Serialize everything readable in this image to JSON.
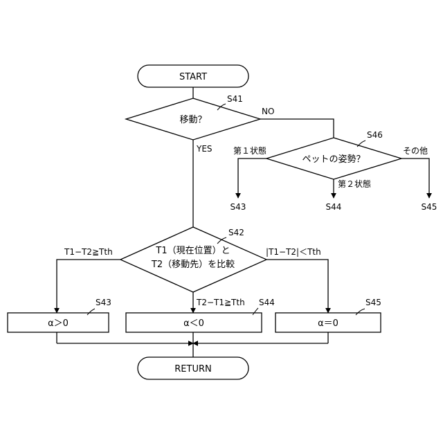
{
  "flowchart": {
    "start": "START",
    "return_label": "RETURN",
    "decision_move": {
      "step": "S41",
      "text": "移動？",
      "no_label": "NO",
      "yes_label": "YES"
    },
    "decision_pet": {
      "step": "S46",
      "text": "ペットの姿勢？",
      "branch_left": "第１状態",
      "branch_middle": "第２状態",
      "branch_right": "その他",
      "target_left": "S43",
      "target_middle": "S44",
      "target_right": "S45"
    },
    "decision_compare": {
      "step": "S42",
      "line1": "T1（現在位置）と",
      "line2": "T2（移動先）を比較",
      "branch_left": "T1−T2≧Tth",
      "branch_middle": "T2−T1≧Tth",
      "branch_right": "|T1−T2|＜Tth"
    },
    "process_left": {
      "step": "S43",
      "text": "α＞0"
    },
    "process_middle": {
      "step": "S44",
      "text": "α＜0"
    },
    "process_right": {
      "step": "S45",
      "text": "α＝0"
    }
  }
}
